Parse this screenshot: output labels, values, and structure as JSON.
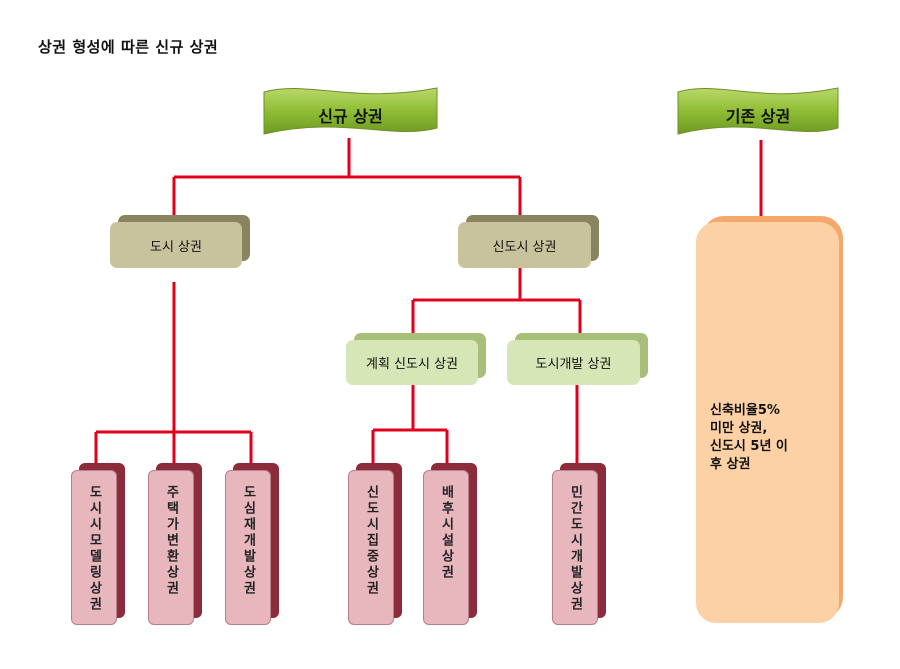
{
  "title": "상권 형성에  따른 신규 상권",
  "colors": {
    "line": "#e0001b",
    "banner": "#92bf38",
    "tan_box": "#c9c39d",
    "green_box": "#d7e6b6",
    "leaf_box": "#e7b7bd",
    "orange_box": "#fcd1a6"
  },
  "banners": {
    "new": "신규 상권",
    "existing": "기존 상권"
  },
  "level1": {
    "city": "도시 상권",
    "newtown": "신도시 상권"
  },
  "level2": {
    "planned": "계획 신도시 상권",
    "dev": "도시개발 상권"
  },
  "leaves": {
    "modeling": "도시시모델링상권",
    "housing": "주택가변환상권",
    "redevelopment": "도심재개발상권",
    "concentrated": "신도시집중상권",
    "background": "배후시설상권",
    "private": "민간도시개발상권"
  },
  "existing_desc": "신축비율5%\n미만 상권,\n신도시 5년 이\n후 상권"
}
